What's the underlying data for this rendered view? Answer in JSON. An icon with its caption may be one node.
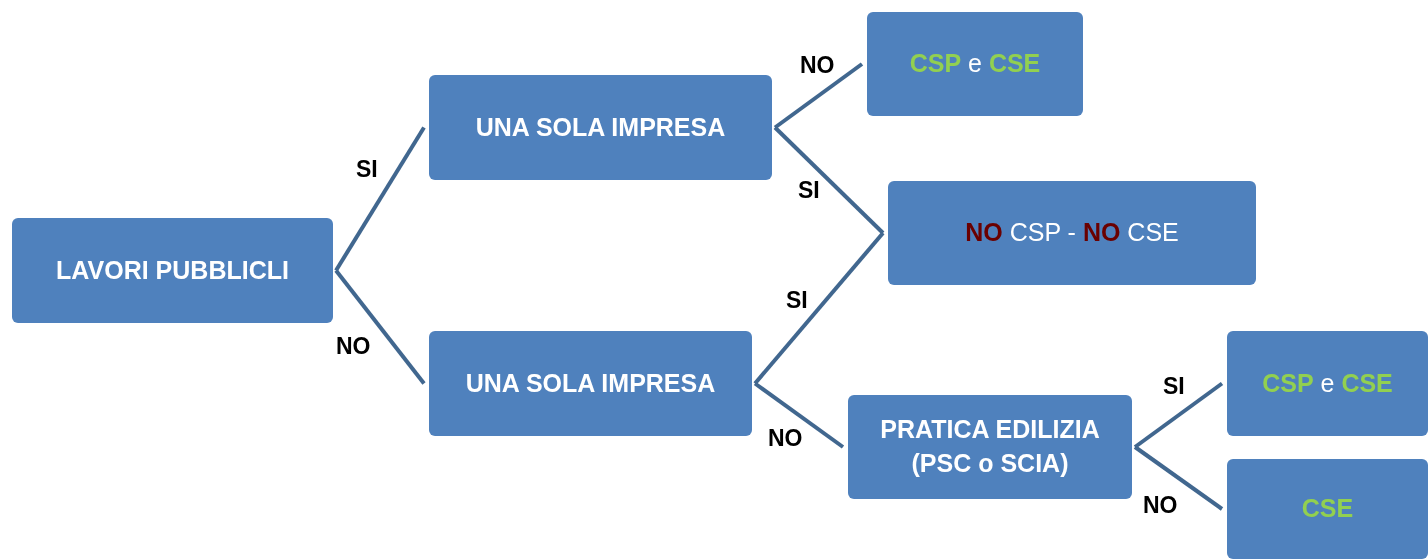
{
  "diagram": {
    "nodes": [
      {
        "text": [
          "LAVORI PUBBLICLI"
        ]
      },
      {
        "text": [
          "UNA SOLA IMPRESA"
        ]
      },
      {
        "text": [
          "UNA SOLA IMPRESA"
        ]
      },
      {
        "text": [
          "**CSP** e **CSE**"
        ]
      },
      {
        "text": [
          "**NO** CSP - **NO** CSE"
        ]
      },
      {
        "text": [
          "PRATICA EDILIZIA (PSC o SCIA)"
        ]
      },
      {
        "text": [
          "**CSP** e **CSE**"
        ]
      },
      {
        "text": [
          "CSE"
        ]
      }
    ],
    "edges": [
      {
        "from": 0,
        "to": 1,
        "arrow": "none",
        "label": "SI"
      },
      {
        "from": 0,
        "to": 2,
        "arrow": "none",
        "label": "NO"
      },
      {
        "from": 1,
        "to": 3,
        "arrow": "none",
        "label": "NO"
      },
      {
        "from": 1,
        "to": 4,
        "arrow": "none",
        "label": "SI"
      },
      {
        "from": 2,
        "to": 4,
        "arrow": "none",
        "label": "SI"
      },
      {
        "from": 2,
        "to": 5,
        "arrow": "none",
        "label": "NO"
      },
      {
        "from": 5,
        "to": 6,
        "arrow": "none",
        "label": "SI"
      },
      {
        "from": 5,
        "to": 7,
        "arrow": "none",
        "label": "NO"
      }
    ]
  }
}
